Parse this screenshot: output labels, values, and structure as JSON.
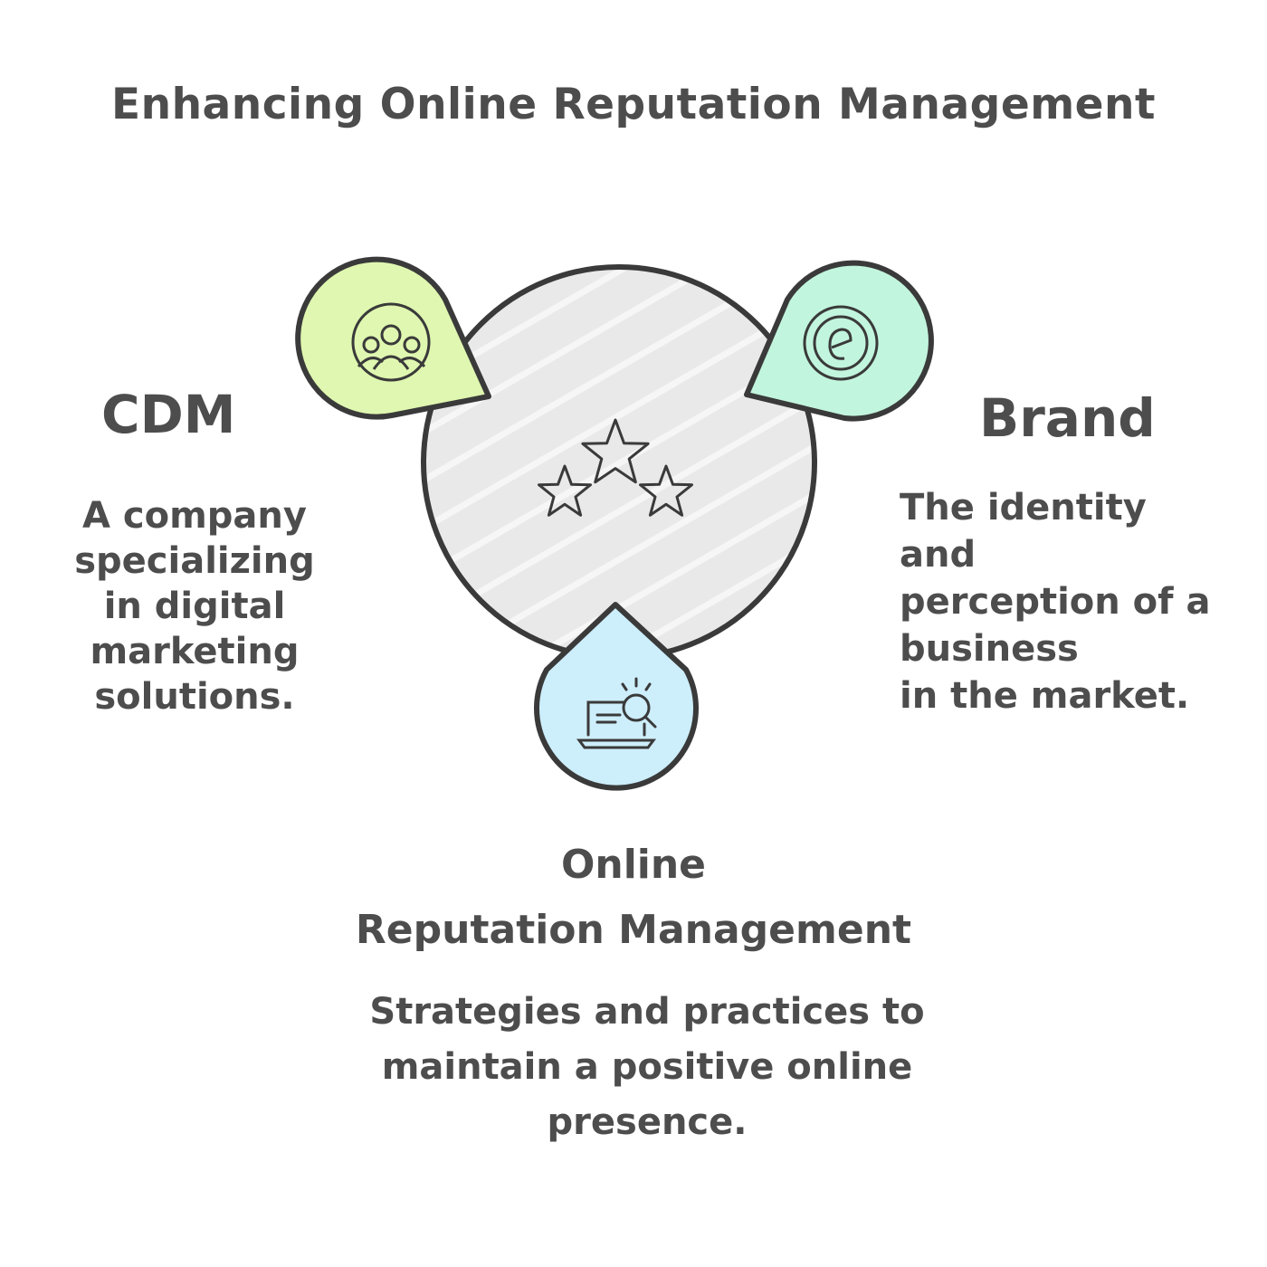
{
  "title": "Enhancing Online Reputation Management",
  "nodes": {
    "cdm": {
      "heading": "CDM",
      "description": "A company\nspecializing\nin digital\nmarketing\nsolutions.",
      "icon": "people-group-icon",
      "color": "#dff7b0"
    },
    "brand": {
      "heading": "Brand",
      "description": "The identity\nand\nperception of a\nbusiness\nin the market.",
      "icon": "e-badge-icon",
      "color": "#c2f5dd"
    },
    "orm": {
      "heading": "Online\nReputation Management",
      "description": "Strategies and practices to maintain a positive online presence.",
      "icon": "laptop-search-icon",
      "color": "#cdeefb"
    }
  },
  "center": {
    "icon": "three-stars-icon",
    "color": "#e6e6e6"
  },
  "colors": {
    "stroke": "#3a3a3a",
    "text": "#4d4d4d"
  }
}
